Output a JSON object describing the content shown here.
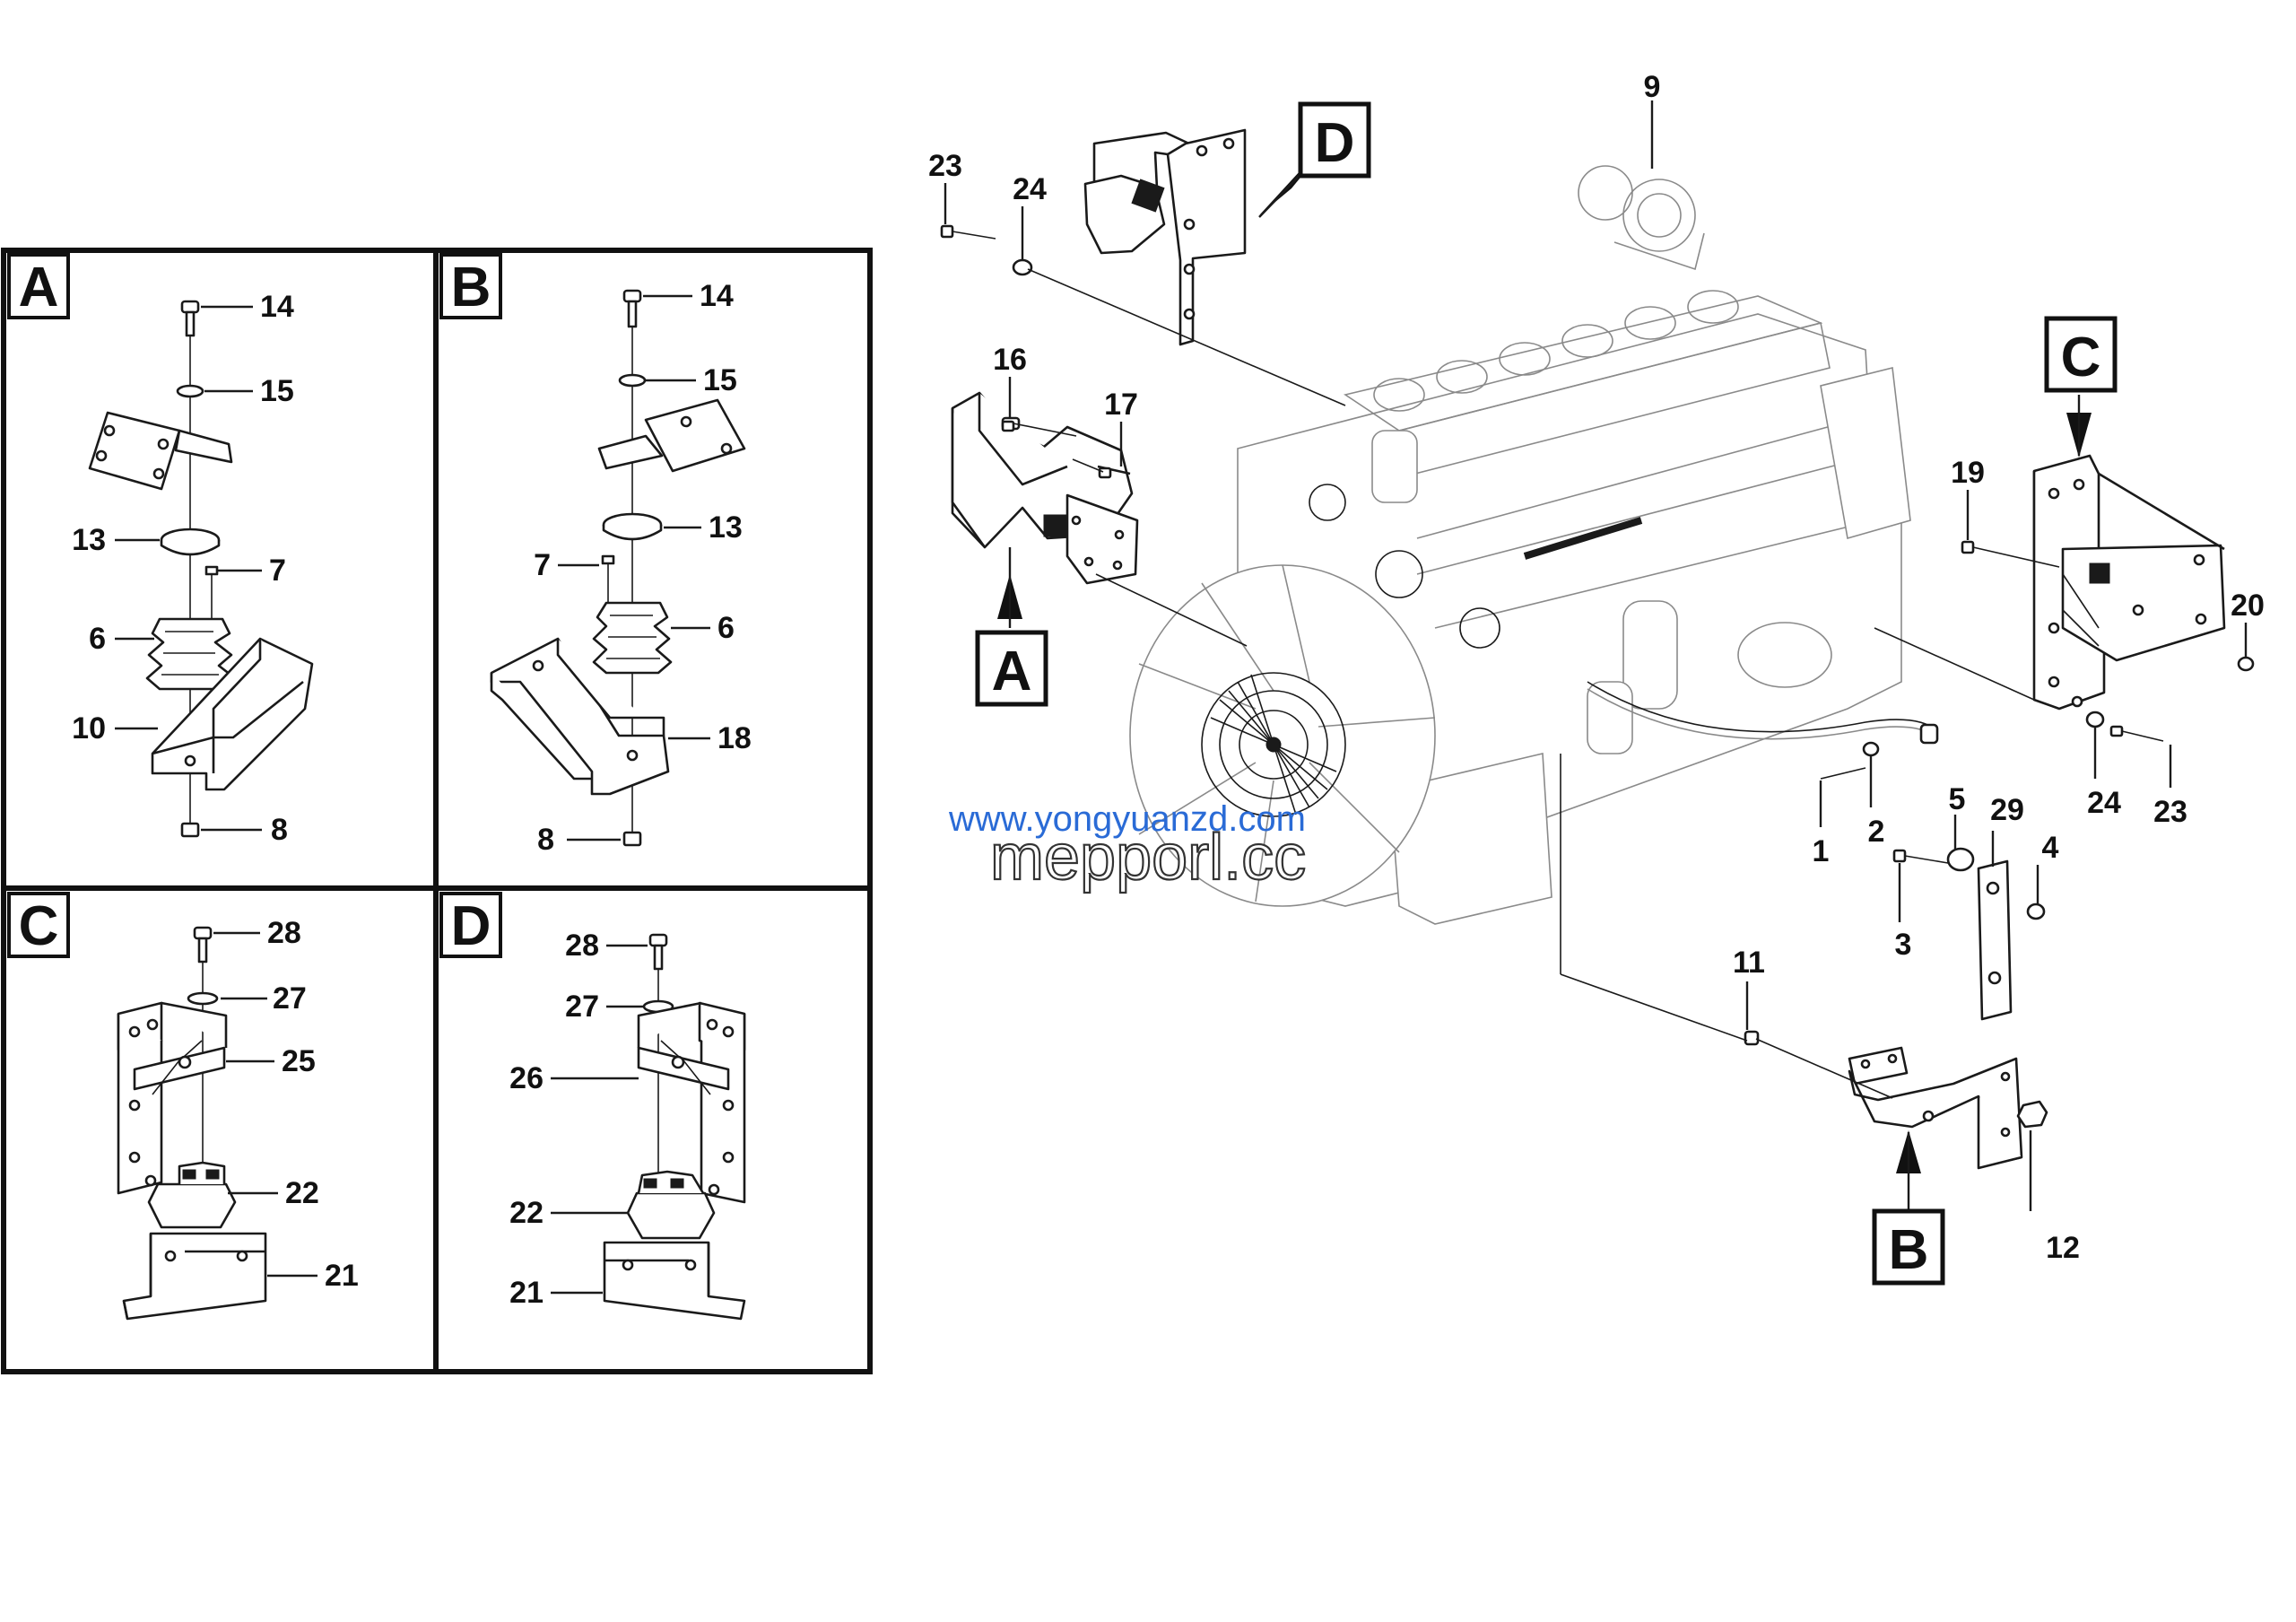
{
  "diagram": {
    "detail_panels": [
      {
        "id": "A",
        "letter": "A",
        "callouts": [
          "14",
          "15",
          "13",
          "7",
          "6",
          "10",
          "8"
        ]
      },
      {
        "id": "B",
        "letter": "B",
        "callouts": [
          "14",
          "15",
          "13",
          "7",
          "6",
          "18",
          "8"
        ]
      },
      {
        "id": "C",
        "letter": "C",
        "callouts": [
          "28",
          "27",
          "25",
          "22",
          "21"
        ]
      },
      {
        "id": "D",
        "letter": "D",
        "callouts": [
          "28",
          "27",
          "26",
          "22",
          "21"
        ]
      }
    ],
    "main_view": {
      "section_labels": [
        "D",
        "A",
        "C",
        "B"
      ],
      "callouts": [
        "9",
        "23",
        "24",
        "16",
        "17",
        "19",
        "20",
        "24",
        "23",
        "1",
        "2",
        "5",
        "29",
        "4",
        "3",
        "11",
        "12"
      ]
    }
  },
  "watermark": {
    "url": "www.yongyuanzd.com",
    "logo": "mepporl.cc"
  },
  "colors": {
    "line": "#1a1a1a",
    "watermark_url": "#2a6bd6",
    "background": "#ffffff"
  }
}
